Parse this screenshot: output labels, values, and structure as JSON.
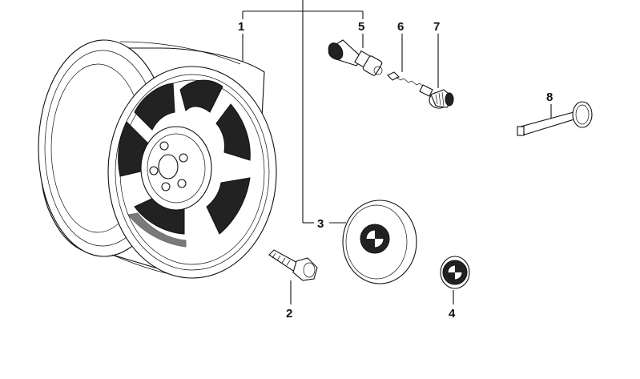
{
  "callouts": {
    "c1": "1",
    "c2": "2",
    "c3": "3",
    "c4": "4",
    "c5": "5",
    "c6": "6",
    "c7": "7",
    "c8": "8"
  },
  "parts": {
    "p1": "light-alloy-rim",
    "p2": "wheel-bolt",
    "p3": "hub-cap",
    "p4": "emblem",
    "p5": "valve",
    "p6": "valve-core",
    "p7": "valve-cap",
    "p8": "hub-cap-puller"
  }
}
